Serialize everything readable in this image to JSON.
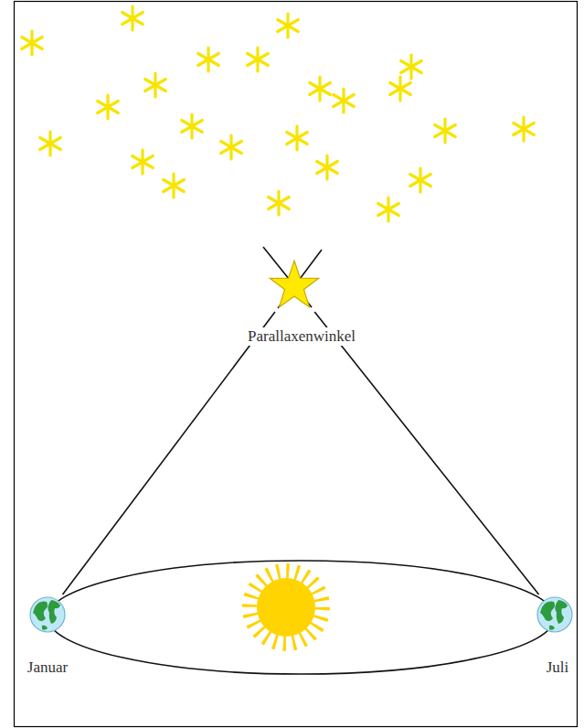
{
  "diagram": {
    "nodes": [
      {
        "text": [
          "Parallaxenwinkel"
        ]
      },
      {
        "text": [
          "Januar"
        ]
      },
      {
        "text": [
          "Juli"
        ]
      }
    ],
    "edges": [
      {
        "from": 1,
        "to": 0,
        "arrow": "none"
      },
      {
        "from": 2,
        "to": 0,
        "arrow": "none"
      }
    ]
  }
}
